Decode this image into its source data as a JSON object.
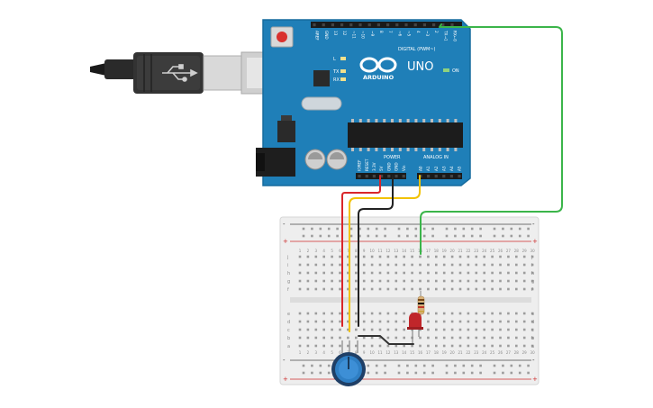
{
  "board": {
    "brand_text": "UNO",
    "brand_sub": "ARDUINO",
    "on_label": "ON",
    "led_l_label": "L",
    "tx_label": "TX",
    "rx_label": "RX",
    "digital_section_label": "DIGITAL (PWM~)",
    "digital_pins": [
      "AREF",
      "GND",
      "13",
      "12",
      "~11",
      "~10",
      "~9",
      "8",
      "7",
      "~6",
      "~5",
      "4",
      "~3",
      "2",
      "TX→1",
      "RX←0"
    ],
    "power_section_label": "POWER",
    "power_pins": [
      "IOREF",
      "RESET",
      "3.3V",
      "5V",
      "GND",
      "GND",
      "Vin"
    ],
    "analog_section_label": "ANALOG IN",
    "analog_pins": [
      "A0",
      "A1",
      "A2",
      "A3",
      "A4",
      "A5"
    ]
  },
  "breadboard": {
    "column_numbers": [
      "1",
      "2",
      "3",
      "4",
      "5",
      "6",
      "7",
      "8",
      "9",
      "10",
      "11",
      "12",
      "13",
      "14",
      "15",
      "16",
      "17",
      "18",
      "19",
      "20",
      "21",
      "22",
      "23",
      "24",
      "25",
      "26",
      "27",
      "28",
      "29",
      "30"
    ],
    "top_rows": [
      "j",
      "i",
      "h",
      "g",
      "f"
    ],
    "bottom_rows": [
      "e",
      "d",
      "c",
      "b",
      "a"
    ],
    "rail_plus": "+",
    "rail_minus": "-"
  },
  "colors": {
    "board_blue": "#1f7fb8",
    "board_dark": "#176c9e",
    "wire_red": "#d9262a",
    "wire_yellow": "#f2c200",
    "wire_black": "#222222",
    "wire_green": "#3bb54a",
    "led_red": "#c0262a",
    "pot_blue": "#2f7fc4"
  }
}
